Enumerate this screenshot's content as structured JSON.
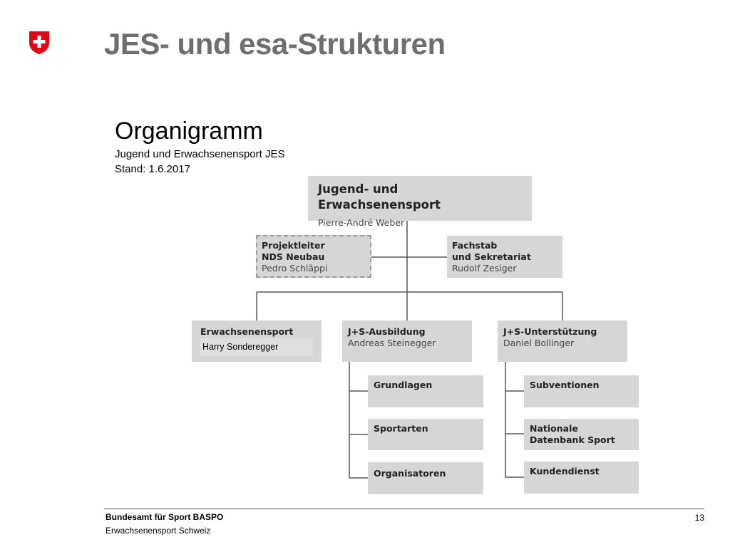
{
  "header": {
    "title": "JES- und esa-Strukturen"
  },
  "org": {
    "heading": "Organigramm",
    "subtitle": "Jugend und Erwachsenensport JES",
    "date": "Stand: 1.6.2017",
    "top": {
      "title": "Jugend- und Erwachsenensport",
      "name": "Pierre-André Weber"
    },
    "projekt": {
      "title1": "Projektleiter",
      "title2": "NDS Neubau",
      "name": "Pedro Schläppi"
    },
    "fachstab": {
      "title1": "Fachstab",
      "title2": "und Sekretariat",
      "name": "Rudolf Zesiger"
    },
    "erwachsenensport": {
      "title": "Erwachsenensport",
      "name": "Harry Sonderegger"
    },
    "ausbildung": {
      "title": "J+S-Ausbildung",
      "name": "Andreas Steinegger"
    },
    "unterstuetzung": {
      "title": "J+S-Unterstützung",
      "name": "Daniel Bollinger"
    },
    "ausbildung_units": [
      "Grundlagen",
      "Sportarten",
      "Organisatoren"
    ],
    "unterstuetzung_units": [
      "Subventionen",
      "Nationale Datenbank Sport",
      "Kundendienst"
    ]
  },
  "footer": {
    "org": "Bundesamt für Sport BASPO",
    "sub": "Erwachsenensport Schweiz",
    "page": "13"
  },
  "colors": {
    "box": "#d6d6d6",
    "title": "#6e6e6e",
    "swiss_red": "#e30613"
  }
}
